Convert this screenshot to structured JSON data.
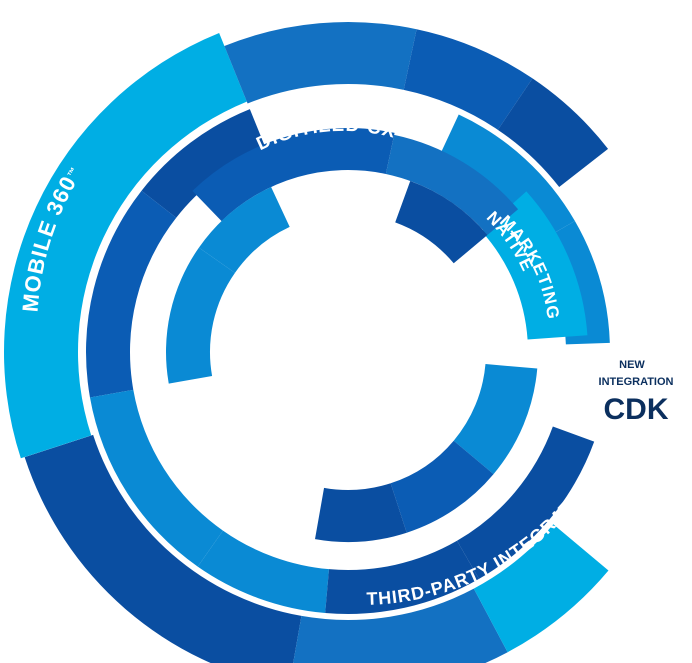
{
  "labels": {
    "mobile": "MOBILE 360",
    "mobile_mark": "™",
    "digitized": "DIGITIZED CX",
    "native_line1": "NATIVE",
    "native_line2": "MARKETING",
    "third_party": "THIRD-PARTY INTEGRATIONS"
  },
  "cdk": {
    "line1": "NEW",
    "line2": "INTEGRATION",
    "brand": "CDK"
  },
  "colors": {
    "light": "#00aee4",
    "mid": "#0a8ad4",
    "blue": "#1371c2",
    "dark": "#0b5cb4",
    "navy": "#0a4ea1",
    "text": "#ffffff",
    "cdk_text": "#0b2f5e"
  }
}
